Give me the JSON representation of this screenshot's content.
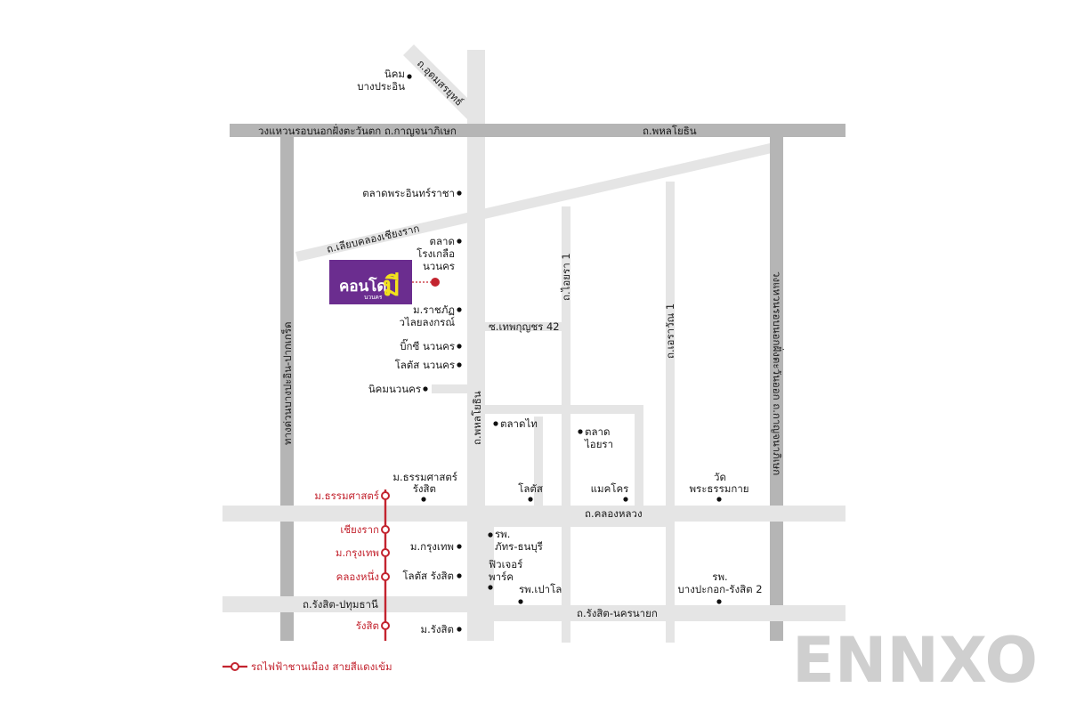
{
  "colors": {
    "rail": "#c3242f",
    "road_main": "#b5b5b5",
    "road_minor": "#e5e5e5",
    "brand_purple": "#6b2d8f",
    "brand_yellow": "#f2e21c",
    "watermark": "#cfcfcf"
  },
  "roads": {
    "udom_sorayut": "ถ.อุดมสรยุทธ์",
    "outer_ring_kanchana": "วงแหวนรอบนอกฝั่งตะวันตก ถ.กาญจนาภิเษก",
    "phahonyothin_top": "ถ.พหลโยธิน",
    "phahonyothin_vertical": "ถ.พหลโยธิน",
    "liap_khlong": "ถ.เลียบคลองเชียงราก",
    "aiyara1": "ถ.ไอยรา 1",
    "erawan1": "ถ.เอราวัณ 1",
    "soi_thep": "ซ.เทพกุญชร 42",
    "bang_pa_in_pak_kret": "ทางด่วนบางปะอิน-ปากเกร็ด",
    "outer_ring_east": "วงแหวนรอบนอกฝั่งตะวันออก ถ.กาญจนาภิเษก",
    "khlong_luang": "ถ.คลองหลวง",
    "rangsit_pathum": "ถ.รังสิต-ปทุมธานี",
    "rangsit_nakhonnayok": "ถ.รังสิต-นครนายก"
  },
  "places": {
    "nikhom_bang_pa_in": [
      "นิคม",
      "บางประอิน"
    ],
    "talad_phra_in": "ตลาดพระอินทร์ราชา",
    "talad_rong_kluea": [
      "ตลาด",
      "โรงเกลือ",
      "นวนคร"
    ],
    "rajabhat": [
      "ม.ราชภัฏ",
      "วไลยลงกรณ์"
    ],
    "big_c": "บิ๊กซี นวนคร",
    "lotus_nava": "โลตัส นวนคร",
    "nikhom_nava": "นิคมนวนคร",
    "talad_thai": "ตลาดไท",
    "talad_aiyara": [
      "ตลาด",
      "ไอยรา"
    ],
    "tu_rangsit": [
      "ม.ธรรมศาสตร์",
      "รังสิต"
    ],
    "lotus": "โลตัส",
    "makro": "แมคโคร",
    "wat_phra_dhammakaya": [
      "วัด",
      "พระธรรมกาย"
    ],
    "bangkok_univ": "ม.กรุงเทพ",
    "patara_hosp": [
      "รพ.",
      "ภัทร-ธนบุรี"
    ],
    "future_park": [
      "ฟิวเจอร์",
      "พาร์ค"
    ],
    "paolo_hosp": "รพ.เปาโล",
    "lotus_rangsit": "โลตัส รังสิต",
    "bangpakok_hosp": [
      "รพ.",
      "บางปะกอก-รังสิต 2"
    ],
    "rangsit_univ": "ม.รังสิต"
  },
  "rail_stations": [
    "ม.ธรรมศาสตร์",
    "เชียงราก",
    "ม.กรุงเทพ",
    "คลองหนึ่ง",
    "รังสิต"
  ],
  "legend": {
    "rail_label": "รถไฟฟ้าชานเมือง สายสีแดงเข้ม"
  },
  "brand": {
    "main": "คอนโด",
    "big": "มี",
    "sub": "นวนคร"
  },
  "watermark": "ENNXO"
}
